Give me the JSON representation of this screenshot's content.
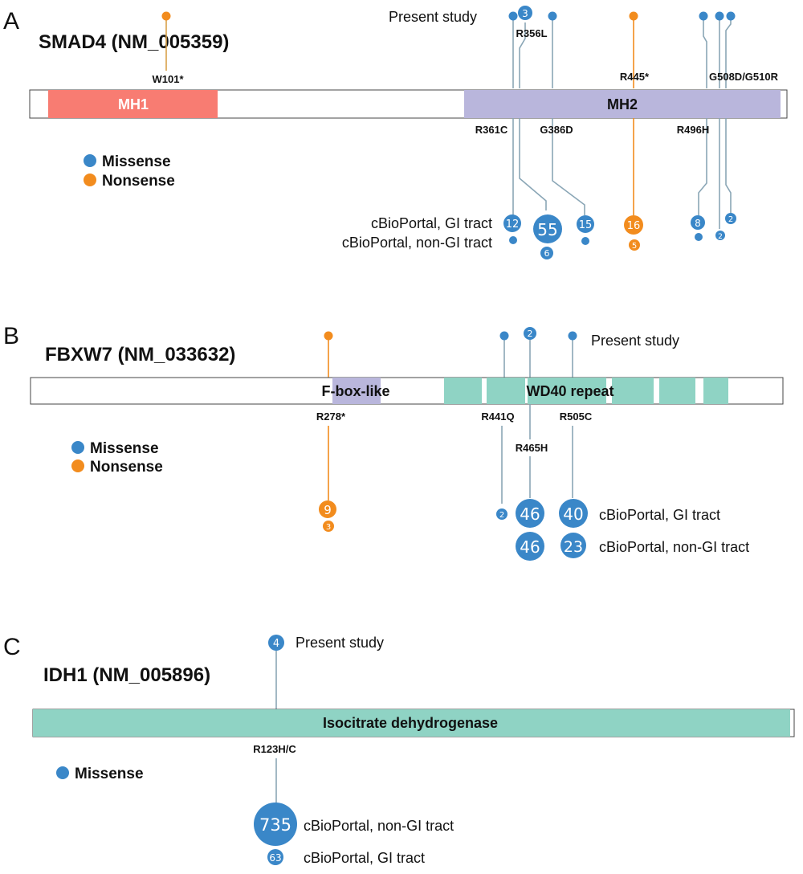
{
  "colors": {
    "missense": "#3a87c8",
    "nonsense": "#f28c1e",
    "mh1": "#f87c72",
    "mh2": "#b9b6dc",
    "fbox": "#b9b6dc",
    "wd40": "#8fd3c4",
    "idh": "#8fd3c4",
    "stem": "#8aa6b6"
  },
  "panels": [
    {
      "letter": "A",
      "gene": "SMAD4 (NM_005359)",
      "domains": [
        {
          "label": "MH1"
        },
        {
          "label": "MH2"
        }
      ],
      "mutations_above": [
        "W101*",
        "R356L",
        "R445*",
        "G508D/G510R"
      ],
      "mutations_below": [
        "R361C",
        "G386D",
        "R496H"
      ],
      "present_study_label": "Present study",
      "present_study_counts": [
        "3"
      ],
      "track_labels": [
        "cBioPortal, GI tract",
        "cBioPortal, non-GI tract"
      ],
      "gi_counts": [
        "12",
        "55",
        "15",
        "16",
        "8",
        "2"
      ],
      "non_gi_counts": [
        "6",
        "5",
        "2"
      ],
      "legend": [
        {
          "label": "Missense",
          "type": "missense"
        },
        {
          "label": "Nonsense",
          "type": "nonsense"
        }
      ]
    },
    {
      "letter": "B",
      "gene": "FBXW7 (NM_033632)",
      "domains": [
        {
          "label": "F-box-like"
        },
        {
          "label": "WD40 repeat"
        }
      ],
      "mutations": [
        "R278*",
        "R441Q",
        "R465H",
        "R505C"
      ],
      "present_study_label": "Present study",
      "present_study_counts": [
        "2"
      ],
      "track_labels": [
        "cBioPortal, GI tract",
        "cBioPortal, non-GI tract"
      ],
      "gi_counts": [
        "9",
        "2",
        "46",
        "40"
      ],
      "non_gi_counts": [
        "3",
        "46",
        "23"
      ],
      "legend": [
        {
          "label": "Missense",
          "type": "missense"
        },
        {
          "label": "Nonsense",
          "type": "nonsense"
        }
      ]
    },
    {
      "letter": "C",
      "gene": "IDH1 (NM_005896)",
      "domains": [
        {
          "label": "Isocitrate dehydrogenase"
        }
      ],
      "mutations": [
        "R123H/C"
      ],
      "present_study_label": "Present study",
      "present_study_counts": [
        "4"
      ],
      "track_labels": [
        "cBioPortal, non-GI tract",
        "cBioPortal, GI tract"
      ],
      "counts": [
        "735",
        "63"
      ],
      "legend": [
        {
          "label": "Missense",
          "type": "missense"
        }
      ]
    }
  ]
}
